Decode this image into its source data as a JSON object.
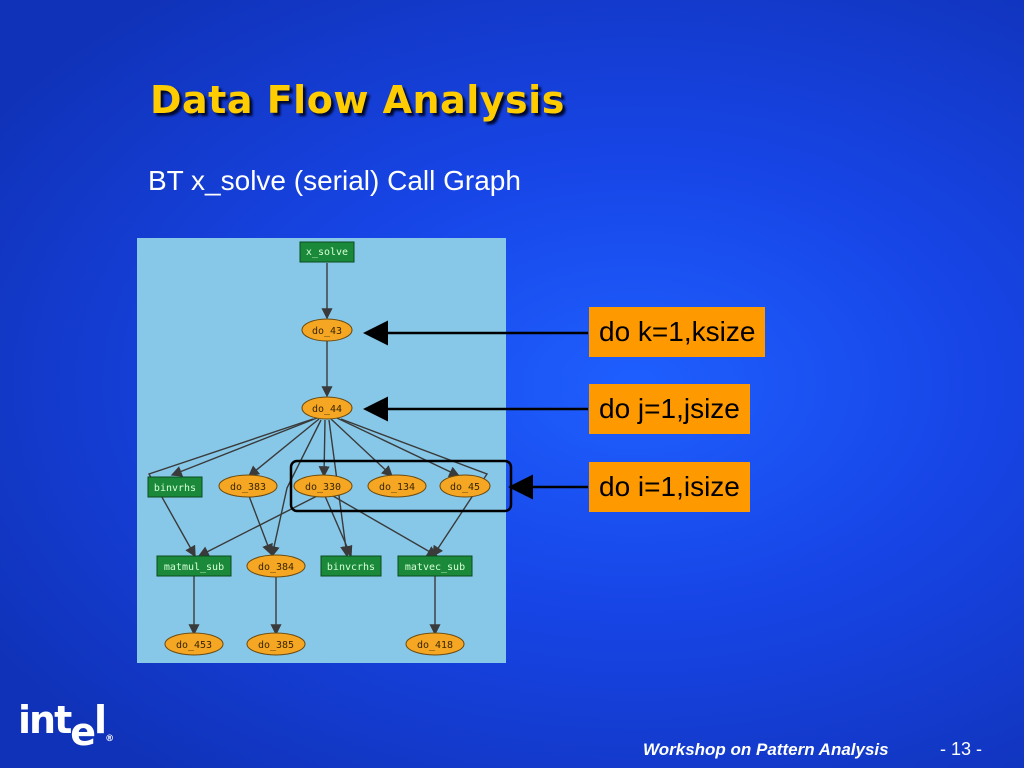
{
  "slide": {
    "title": "Data Flow Analysis",
    "subtitle": "BT x_solve (serial) Call Graph",
    "footer": "Workshop on Pattern Analysis",
    "page_number": "- 13 -",
    "logo_text_a": "int",
    "logo_text_e": "e",
    "logo_text_b": "l",
    "logo_reg": "®"
  },
  "callouts": {
    "k": "do k=1,ksize",
    "j": "do j=1,jsize",
    "i": "do i=1,isize"
  },
  "graph": {
    "nodes": {
      "x_solve": "x_solve",
      "do_43": "do_43",
      "do_44": "do_44",
      "binvrhs": "binvrhs",
      "do_383": "do_383",
      "do_330": "do_330",
      "do_134": "do_134",
      "do_45": "do_45",
      "matmul_sub": "matmul_sub",
      "do_384": "do_384",
      "binvcrhs": "binvcrhs",
      "matvec_sub": "matvec_sub",
      "do_453": "do_453",
      "do_385": "do_385",
      "do_418": "do_418"
    }
  },
  "colors": {
    "title": "#ffcc00",
    "callout_bg": "#ff9900",
    "graph_bg": "#87c8e8",
    "rect_node": "#1a8a3a",
    "ellipse_node": "#f5a623"
  }
}
